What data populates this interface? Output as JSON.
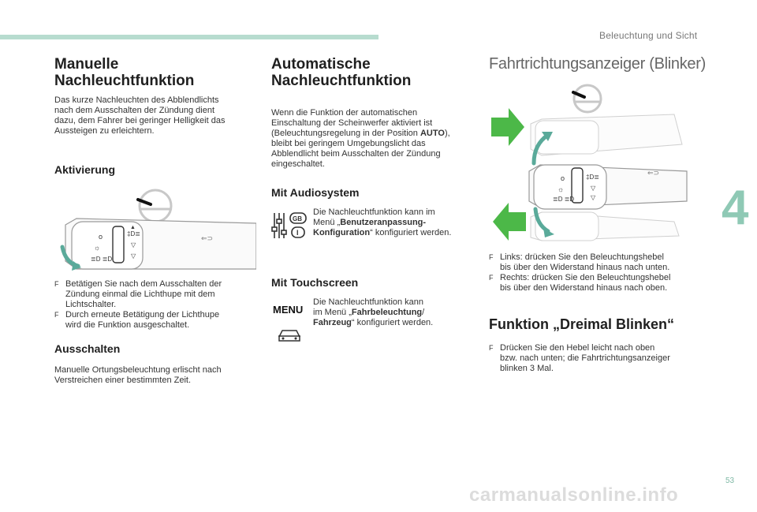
{
  "header": {
    "section_title": "Beleuchtung und Sicht"
  },
  "chapter_number": "4",
  "page_number": "53",
  "col1": {
    "title_line1": "Manuelle",
    "title_line2": "Nachleuchtfunktion",
    "intro": [
      "Das kurze Nachleuchten des Abblendlichts",
      "nach dem Ausschalten der Zündung dient",
      "dazu, dem Fahrer bei geringer Helligkeit das",
      "Aussteigen zu erleichtern."
    ],
    "activation_heading": "Aktivierung",
    "bullets": [
      {
        "marker": "F",
        "lines": [
          "Betätigen Sie nach dem Ausschalten der",
          "Zündung einmal die Lichthupe mit dem",
          "Lichtschalter."
        ]
      },
      {
        "marker": "F",
        "lines": [
          "Durch erneute Betätigung der Lichthupe",
          "wird die Funktion ausgeschaltet."
        ]
      }
    ],
    "off_heading": "Ausschalten",
    "off_text": [
      "Manuelle Ortungsbeleuchtung erlischt nach",
      "Verstreichen einer bestimmten Zeit."
    ]
  },
  "col2": {
    "title_line1": "Automatische",
    "title_line2": "Nachleuchtfunktion",
    "intro": [
      [
        "Wenn die Funktion der automatischen"
      ],
      [
        "Einschaltung der Scheinwerfer aktiviert ist"
      ],
      [
        "(Beleuchtungsregelung in der Position ",
        "AUTO",
        "),"
      ],
      [
        "bleibt bei geringem Umgebungslicht das"
      ],
      [
        "Abblendlicht beim Ausschalten der Zündung"
      ],
      [
        "eingeschaltet."
      ]
    ],
    "audio_heading": "Mit Audiosystem",
    "audio_text_1": "Die Nachleuchtfunktion kann im",
    "audio_text_2a": "Menü „",
    "audio_text_2b": "Benutzeranpassung-",
    "audio_text_3a": "Konfiguration",
    "audio_text_3b": "“ konfiguriert werden.",
    "audio_gb": "GB",
    "audio_i": "I",
    "touch_heading": "Mit Touchscreen",
    "touch_text_1": "Die Nachleuchtfunktion kann",
    "touch_text_2a": "im Menü „",
    "touch_text_2b": "Fahrbeleuchtung",
    "touch_text_2c": "/",
    "touch_text_3a": "Fahrzeug",
    "touch_text_3b": "“ konfiguriert werden.",
    "menu_label": "MENU"
  },
  "col3": {
    "title": "Fahrtrichtungsanzeiger (Blinker)",
    "bullets": [
      {
        "marker": "F",
        "lines": [
          "Links: drücken Sie den Beleuchtungshebel",
          "bis über den Widerstand hinaus nach unten."
        ]
      },
      {
        "marker": "F",
        "lines": [
          "Rechts: drücken Sie den Beleuchtungshebel",
          "bis über den Widerstand hinaus nach oben."
        ]
      }
    ],
    "triple_heading": "Funktion „Dreimal Blinken“",
    "triple_bullet": {
      "marker": "F",
      "lines": [
        "Drücken Sie den Hebel leicht nach oben",
        "bzw. nach unten; die Fahrtrichtungsanzeiger",
        "blinken 3 Mal."
      ]
    }
  },
  "colors": {
    "accent": "#8fc9b5",
    "arrow_green": "#4cb848",
    "arrow_teal": "#5aaa9a"
  },
  "watermark": "carmanualsonline.info"
}
